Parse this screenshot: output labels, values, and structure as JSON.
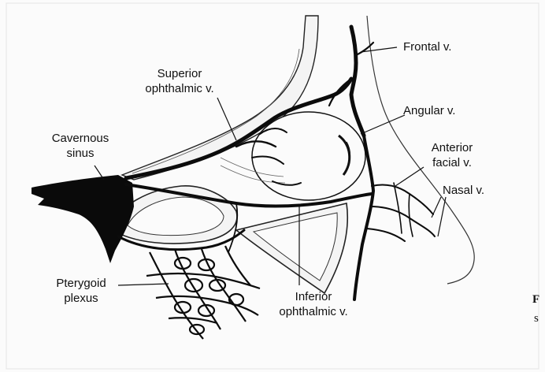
{
  "diagram": {
    "labels": {
      "frontal": "Frontal v.",
      "superior_1": "Superior",
      "superior_2": "ophthalmic v.",
      "angular": "Angular v.",
      "cavernous_1": "Cavernous",
      "cavernous_2": "sinus",
      "anterior_1": "Anterior",
      "anterior_2": "facial v.",
      "nasal": "Nasal v.",
      "pterygoid_1": "Pterygoid",
      "pterygoid_2": "plexus",
      "inferior_1": "Inferior",
      "inferior_2": "ophthalmic v."
    },
    "edge_fragments": [
      "F",
      "s"
    ]
  }
}
